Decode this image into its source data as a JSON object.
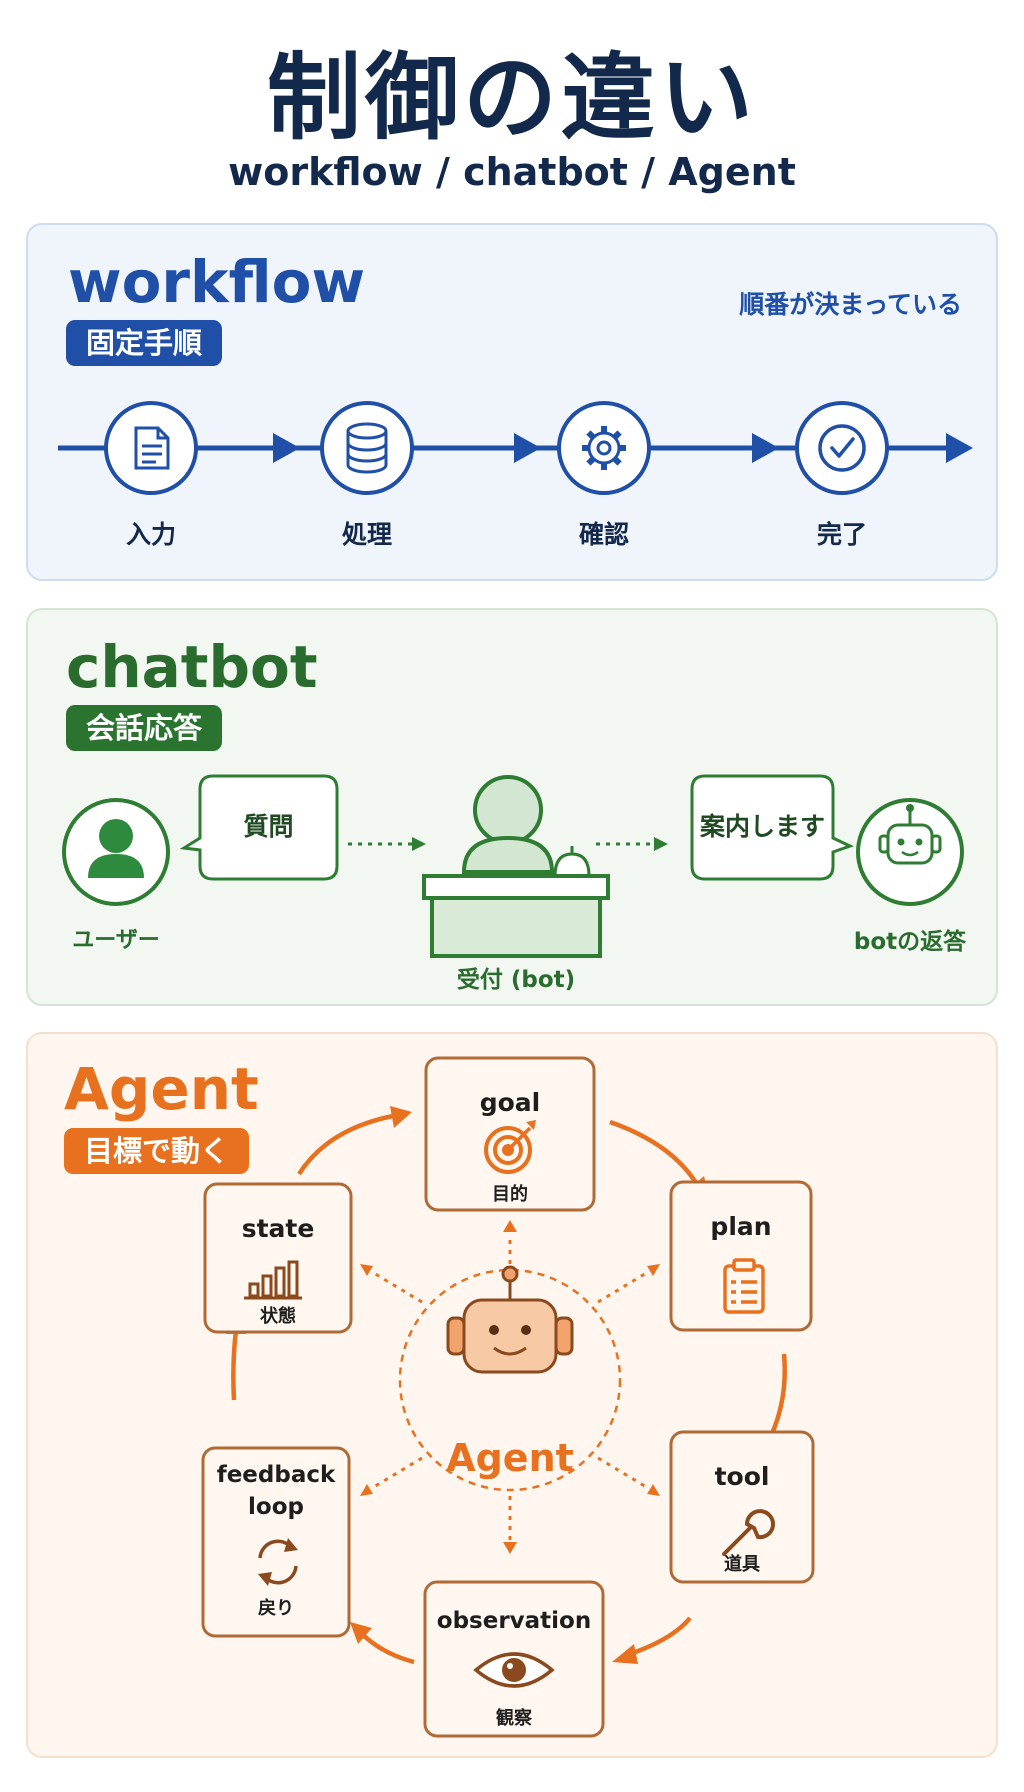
{
  "title": "制御の違い",
  "subtitle": "workflow / chatbot / Agent",
  "workflow": {
    "title": "workflow",
    "badge": "固定手順",
    "note": "順番が決まっている",
    "steps": [
      {
        "label": "入力",
        "icon": "document-icon"
      },
      {
        "label": "処理",
        "icon": "database-icon"
      },
      {
        "label": "確認",
        "icon": "gear-icon"
      },
      {
        "label": "完了",
        "icon": "check-circle-icon"
      }
    ],
    "color": "#1f4fa6"
  },
  "chatbot": {
    "title": "chatbot",
    "badge": "会話応答",
    "user_label": "ユーザー",
    "question": "質問",
    "desk_label": "受付 (bot)",
    "answer": "案内します",
    "bot_label": "botの返答",
    "color": "#2e7d32"
  },
  "agent": {
    "title": "Agent",
    "badge": "目標で動く",
    "center_label": "Agent",
    "color": "#e8711f",
    "nodes": {
      "goal": {
        "title": "goal",
        "sub": "目的",
        "icon": "target-icon"
      },
      "plan": {
        "title": "plan",
        "sub": "",
        "icon": "clipboard-icon"
      },
      "tool": {
        "title": "tool",
        "sub": "道具",
        "icon": "wrench-icon"
      },
      "observation": {
        "title": "observation",
        "sub": "観察",
        "icon": "eye-icon"
      },
      "feedback": {
        "title": "feedback",
        "title2": "loop",
        "sub": "戻り",
        "icon": "refresh-icon"
      },
      "state": {
        "title": "state",
        "sub": "状態",
        "icon": "bar-chart-icon"
      }
    }
  }
}
